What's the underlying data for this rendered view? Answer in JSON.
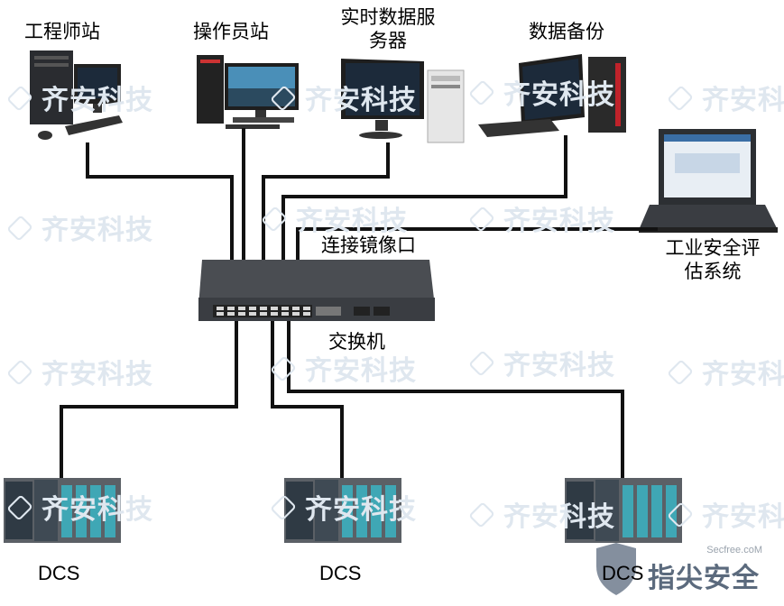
{
  "nodes": {
    "engineer_station": "工程师站",
    "operator_station": "操作员站",
    "realtime_server_line1": "实时数据服",
    "realtime_server_line2": "务器",
    "data_backup": "数据备份",
    "assessment_line1": "工业安全评",
    "assessment_line2": "估系统",
    "mirror_port": "连接镜像口",
    "switch": "交换机",
    "dcs_1": "DCS",
    "dcs_2": "DCS",
    "dcs_3": "DCS"
  },
  "watermark": {
    "text": "齐安科技",
    "site": "Secfree.coM",
    "badge": "指尖安全"
  },
  "colors": {
    "cable": "#111111",
    "switch_body": "#3a3d42",
    "plc_body": "#5b6066",
    "plc_module": "#2f3a44",
    "plc_teal": "#3fa7b5",
    "monitor_screen": "#1c2a3a",
    "watermark": "#dfe7ef"
  }
}
